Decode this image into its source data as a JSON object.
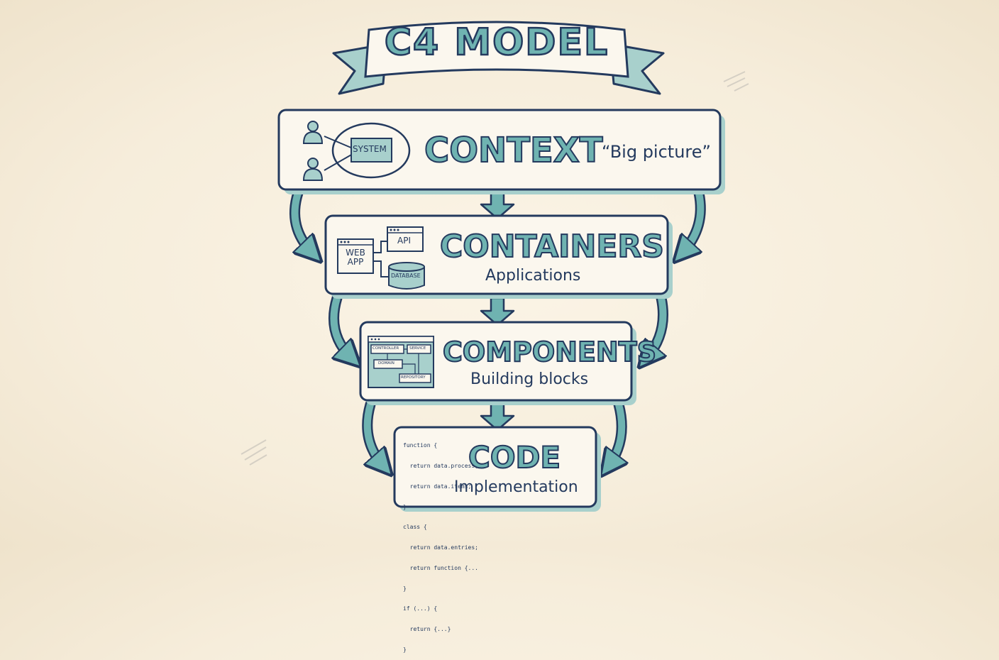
{
  "title": "C4 MODEL",
  "levels": [
    {
      "name": "CONTEXT",
      "subtitle": "“Big picture”"
    },
    {
      "name": "CONTAINERS",
      "subtitle": "Applications"
    },
    {
      "name": "COMPONENTS",
      "subtitle": "Building blocks"
    },
    {
      "name": "CODE",
      "subtitle": "Implementation"
    }
  ],
  "icons": {
    "context": {
      "system_label": "SYSTEM"
    },
    "containers": {
      "webapp_label_1": "WEB",
      "webapp_label_2": "APP",
      "api_label": "API",
      "database_label": "DATABASE"
    },
    "components": {
      "controller_label": "CONTROLLER",
      "service_label": "SERVICE",
      "domain_label": "DOMAIN",
      "repository_label": "REPOSITORY"
    },
    "code": {
      "lines": [
        "function {",
        "  return data.process;",
        "  return data.items;",
        "}",
        "class {",
        "  return data.entries;",
        "  return function {...",
        "}",
        "if (...) {",
        "  return {...}",
        "}"
      ]
    }
  },
  "colors": {
    "teal": "#6fb3b1",
    "navy": "#243a5e",
    "box_fill": "#fbf7ee",
    "shadow": "#a8d0cc",
    "background": "#f6eddb"
  }
}
